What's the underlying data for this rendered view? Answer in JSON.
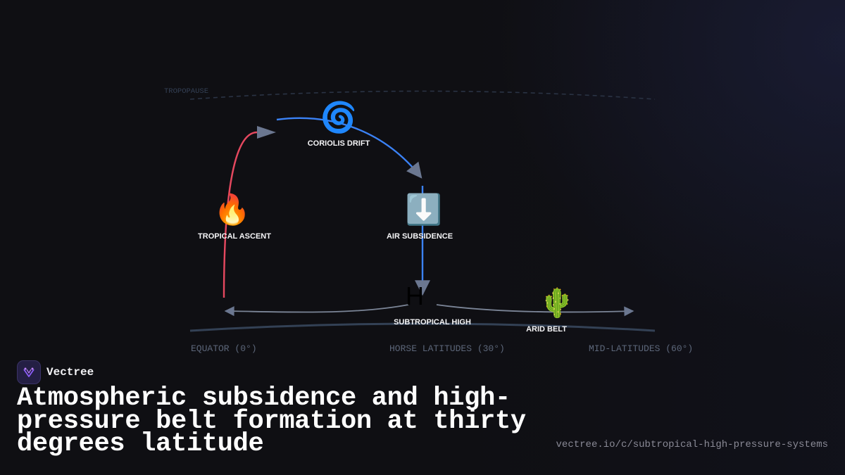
{
  "diagram": {
    "tropopause_label": "TROPOPAUSE",
    "nodes": {
      "tropical_ascent": {
        "icon": "🔥",
        "label": "TROPICAL ASCENT"
      },
      "coriolis_drift": {
        "icon": "🌀",
        "label": "CORIOLIS DRIFT"
      },
      "air_subsidence": {
        "icon": "⬇️",
        "label": "AIR SUBSIDENCE"
      },
      "subtropical_high": {
        "icon": "H",
        "label": "SUBTROPICAL HIGH"
      },
      "arid_belt": {
        "icon": "🌵",
        "label": "ARID BELT"
      }
    },
    "latitudes": {
      "equator": "EQUATOR (0°)",
      "horse": "HORSE LATITUDES (30°)",
      "mid": "MID-LATITUDES (60°)"
    },
    "colors": {
      "ascent": "#e5485f",
      "flow": "#3b82f6",
      "arrowhead": "#6b7790",
      "surface": "#334155",
      "surface_flow": "#7b8597",
      "tropopause": "#2a3344",
      "label_muted": "#5c6679"
    }
  },
  "brand": {
    "name": "Vectree",
    "logo_icon": "vectree-logo-icon"
  },
  "headline": "Atmospheric subsidence and high-pressure belt formation at thirty degrees latitude",
  "url": "vectree.io/c/subtropical-high-pressure-systems"
}
